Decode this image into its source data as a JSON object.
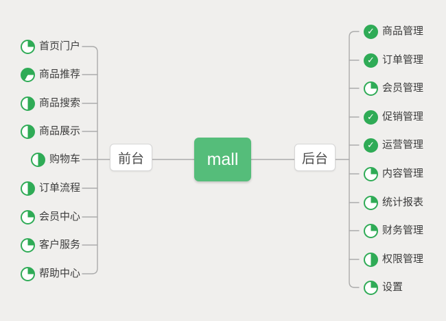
{
  "root": {
    "label": "mall"
  },
  "colors": {
    "background": "#f0efed",
    "root_node": "#55bd7a",
    "progress_green": "#2fab56",
    "connector_line": "#ababab"
  },
  "branches": {
    "left": {
      "node": {
        "label": "前台"
      },
      "items": [
        {
          "label": "首页门户",
          "icon": "pie-25",
          "icon_name": "progress-25-icon"
        },
        {
          "label": "商品推荐",
          "icon": "pie-70",
          "icon_name": "progress-70-icon"
        },
        {
          "label": "商品搜索",
          "icon": "pie-50",
          "icon_name": "progress-50-icon"
        },
        {
          "label": "商品展示",
          "icon": "pie-50",
          "icon_name": "progress-50-icon"
        },
        {
          "label": "购物车",
          "icon": "pie-50",
          "icon_name": "progress-50-icon"
        },
        {
          "label": "订单流程",
          "icon": "pie-50",
          "icon_name": "progress-50-icon"
        },
        {
          "label": "会员中心",
          "icon": "pie-25",
          "icon_name": "progress-25-icon"
        },
        {
          "label": "客户服务",
          "icon": "pie-25",
          "icon_name": "progress-25-icon"
        },
        {
          "label": "帮助中心",
          "icon": "pie-25",
          "icon_name": "progress-25-icon"
        }
      ]
    },
    "right": {
      "node": {
        "label": "后台"
      },
      "items": [
        {
          "label": "商品管理",
          "icon": "pie-done",
          "icon_name": "check-circle-icon"
        },
        {
          "label": "订单管理",
          "icon": "pie-done",
          "icon_name": "check-circle-icon"
        },
        {
          "label": "会员管理",
          "icon": "pie-25",
          "icon_name": "progress-25-icon"
        },
        {
          "label": "促销管理",
          "icon": "pie-done",
          "icon_name": "check-circle-icon"
        },
        {
          "label": "运营管理",
          "icon": "pie-done",
          "icon_name": "check-circle-icon"
        },
        {
          "label": "内容管理",
          "icon": "pie-25",
          "icon_name": "progress-25-icon"
        },
        {
          "label": "统计报表",
          "icon": "pie-25",
          "icon_name": "progress-25-icon"
        },
        {
          "label": "财务管理",
          "icon": "pie-25",
          "icon_name": "progress-25-icon"
        },
        {
          "label": "权限管理",
          "icon": "pie-50",
          "icon_name": "progress-50-icon"
        },
        {
          "label": "设置",
          "icon": "pie-25",
          "icon_name": "progress-25-icon"
        }
      ]
    }
  }
}
